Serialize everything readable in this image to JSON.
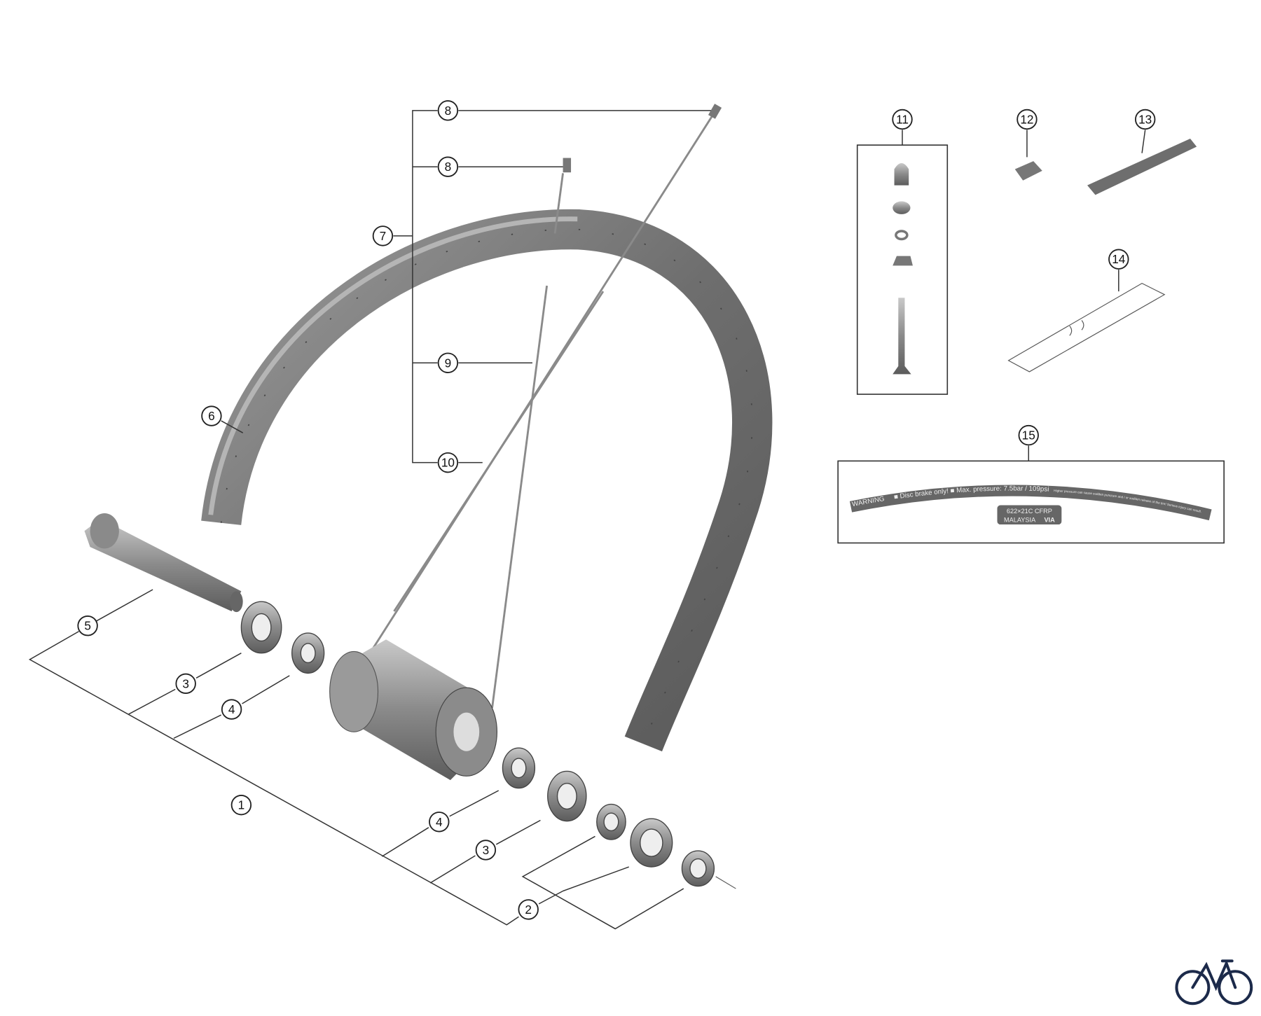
{
  "callouts": {
    "c1": "1",
    "c2": "2",
    "c3a": "3",
    "c3b": "3",
    "c4a": "4",
    "c4b": "4",
    "c5": "5",
    "c6": "6",
    "c7": "7",
    "c8a": "8",
    "c8b": "8",
    "c9": "9",
    "c10": "10",
    "c11": "11",
    "c12": "12",
    "c13": "13",
    "c14": "14",
    "c15": "15"
  },
  "decal": {
    "warning": "WARNING",
    "disc": "■ Disc brake only! ■ Max. pressure: 7.5bar / 109psi",
    "small": "Higher pressure can cause sudden puncture and / or sudden release of the tire! Serious injury can result.",
    "size": "622×21C  CFRP",
    "origin": "MALAYSIA",
    "via": "VIA"
  },
  "colors": {
    "logo": "#1c2a4a",
    "part": "#7a7a7a"
  }
}
